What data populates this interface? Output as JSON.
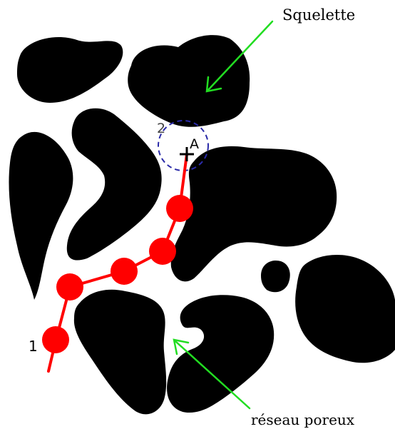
{
  "labels": {
    "skeleton": "Squelette",
    "pore_network": "réseau poreux",
    "start_point": "1",
    "end_point": "2",
    "point_a": "A"
  },
  "colors": {
    "solid": "#000000",
    "pore": "#ffffff",
    "path": "#ff0000",
    "arrow": "#22dd22",
    "circle": "#2a2aa8",
    "label_end": "#444444"
  }
}
